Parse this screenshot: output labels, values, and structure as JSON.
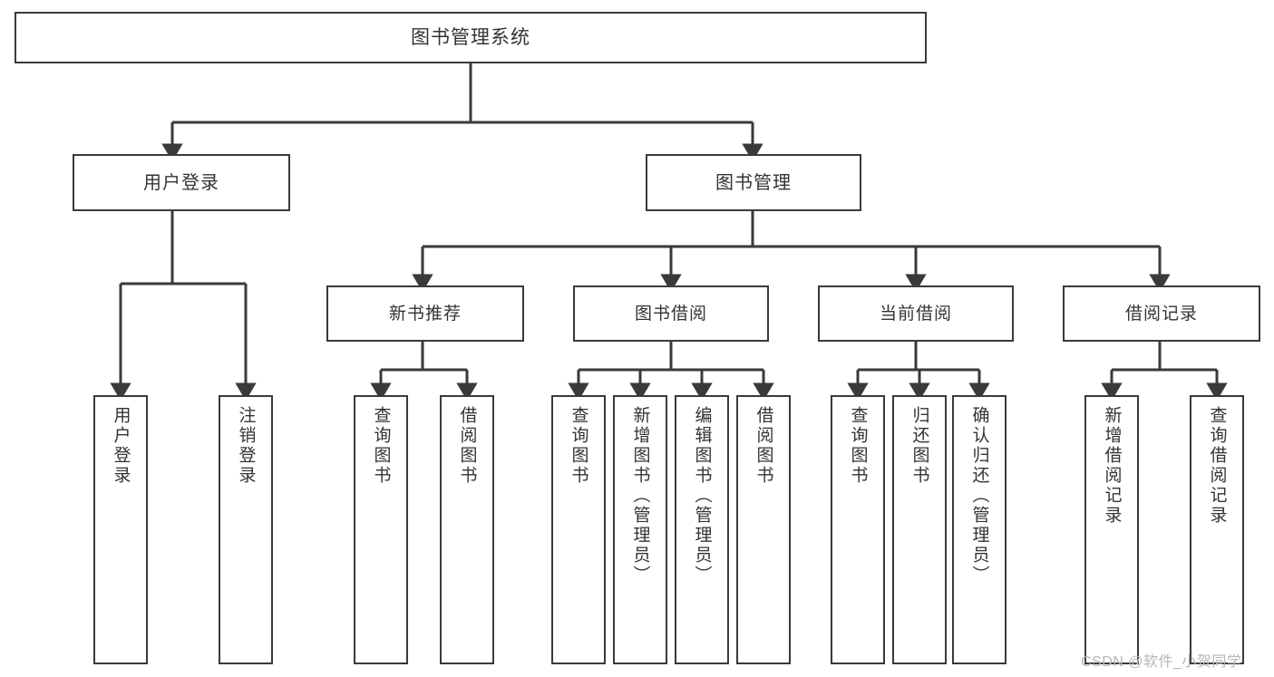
{
  "diagram": {
    "title": "图书管理系统",
    "type": "tree-hierarchy-diagram",
    "stroke_color": "#3a3a3a",
    "text_color": "#333333",
    "background_color": "#ffffff"
  },
  "root": {
    "label": "图书管理系统"
  },
  "level2": [
    {
      "label": "用户登录"
    },
    {
      "label": "图书管理"
    }
  ],
  "level3": [
    {
      "label": "新书推荐"
    },
    {
      "label": "图书借阅"
    },
    {
      "label": "当前借阅"
    },
    {
      "label": "借阅记录"
    }
  ],
  "leaves": {
    "user_login": [
      {
        "label": "用户登录"
      },
      {
        "label": "注销登录"
      }
    ],
    "new_book_recommend": [
      {
        "label": "查询图书"
      },
      {
        "label": "借阅图书"
      }
    ],
    "book_borrow": [
      {
        "label": "查询图书"
      },
      {
        "label": "新增图书（管理员）"
      },
      {
        "label": "编辑图书（管理员）"
      },
      {
        "label": "借阅图书"
      }
    ],
    "current_borrow": [
      {
        "label": "查询图书"
      },
      {
        "label": "归还图书"
      },
      {
        "label": "确认归还（管理员）"
      }
    ],
    "borrow_record": [
      {
        "label": "新增借阅记录"
      },
      {
        "label": "查询借阅记录"
      }
    ]
  },
  "watermark": {
    "text": "CSDN @软件_小贺同学"
  }
}
